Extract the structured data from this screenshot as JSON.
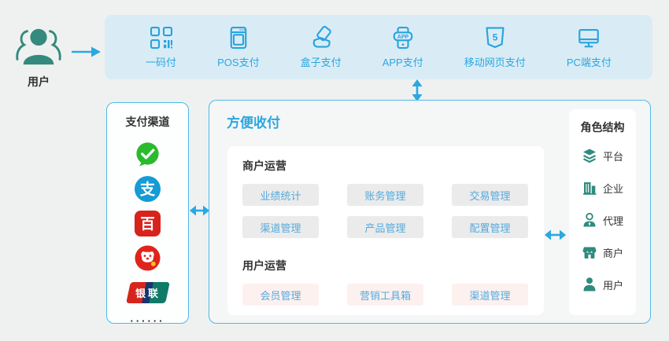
{
  "user_source": {
    "label": "用户"
  },
  "top_bar": {
    "items": [
      {
        "label": "一码付",
        "icon": "qr-pay-icon"
      },
      {
        "label": "POS支付",
        "icon": "pos-terminal-icon"
      },
      {
        "label": "盒子支付",
        "icon": "box-pay-icon"
      },
      {
        "label": "APP支付",
        "icon": "app-pay-icon",
        "icon_text": "APP"
      },
      {
        "label": "移动网页支付",
        "icon": "html5-shield-icon",
        "icon_text": "5"
      },
      {
        "label": "PC端支付",
        "icon": "pc-monitor-icon"
      }
    ]
  },
  "payment_channels": {
    "title": "支付渠道",
    "items": [
      {
        "name": "wechat-pay-icon"
      },
      {
        "name": "alipay-icon",
        "text": "支"
      },
      {
        "name": "baidu-wallet-icon",
        "text": "百"
      },
      {
        "name": "jd-pay-icon"
      },
      {
        "name": "unionpay-icon",
        "text": "银联"
      },
      {
        "name": "more-dots",
        "text": "······"
      }
    ]
  },
  "main_panel": {
    "title": "方便收付",
    "merchant_ops": {
      "heading": "商户运营",
      "buttons": [
        "业绩统计",
        "账务管理",
        "交易管理",
        "渠道管理",
        "产品管理",
        "配置管理"
      ]
    },
    "user_ops": {
      "heading": "用户运营",
      "buttons": [
        "会员管理",
        "营销工具箱",
        "渠道管理"
      ]
    }
  },
  "role_panel": {
    "title": "角色结构",
    "items": [
      {
        "label": "平台",
        "icon": "layers-icon"
      },
      {
        "label": "企业",
        "icon": "building-icon"
      },
      {
        "label": "代理",
        "icon": "agent-icon"
      },
      {
        "label": "商户",
        "icon": "store-icon"
      },
      {
        "label": "用户",
        "icon": "person-icon"
      }
    ]
  },
  "colors": {
    "accent_blue": "#2aa7e0",
    "panel_border": "#4db9e8",
    "topbar_bg": "#d9ecf6",
    "teal": "#348a7c",
    "chip_gray": "#ebebeb",
    "chip_pink": "#fdf1ef",
    "chip_text": "#55aadd",
    "wechat_green": "#2aba2e",
    "alipay_blue": "#169bd5",
    "brand_red": "#d8231d"
  }
}
